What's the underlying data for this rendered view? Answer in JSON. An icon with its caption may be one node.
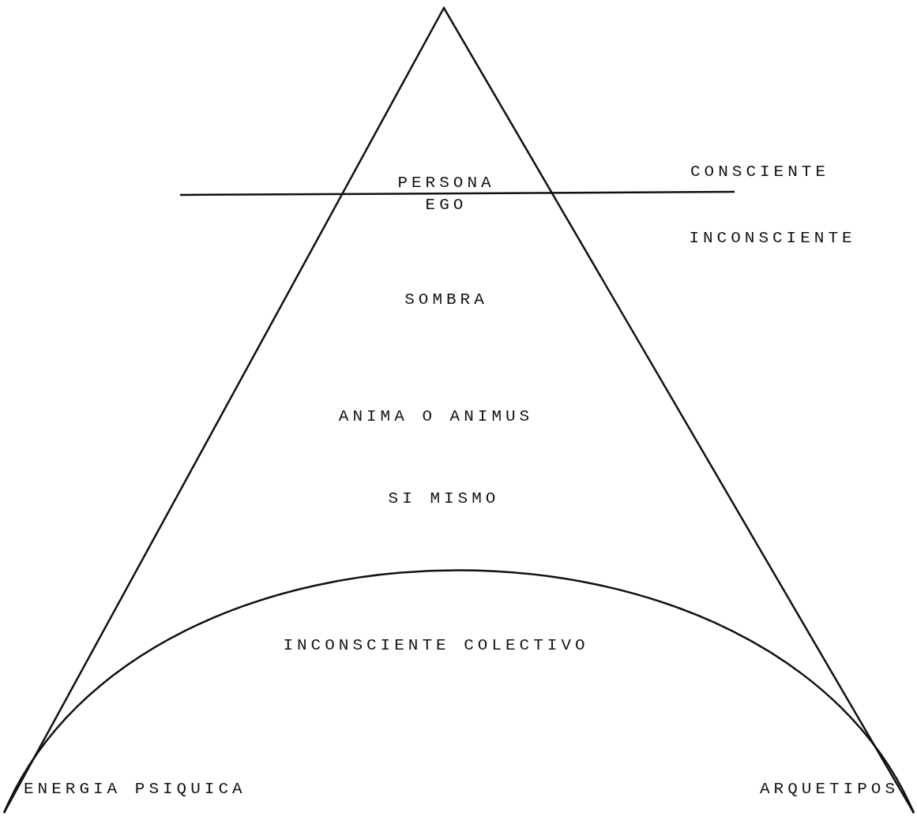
{
  "diagram": {
    "labels": [
      "PERSONA",
      "EGO",
      "CONSCIENTE",
      "INCONSCIENTE",
      "SOMBRA",
      "ANIMA O ANIMUS",
      "SI MISMO",
      "INCONSCIENTE COLECTIVO",
      "ENERGIA PSIQUICA",
      "ARQUETIPOS"
    ]
  }
}
